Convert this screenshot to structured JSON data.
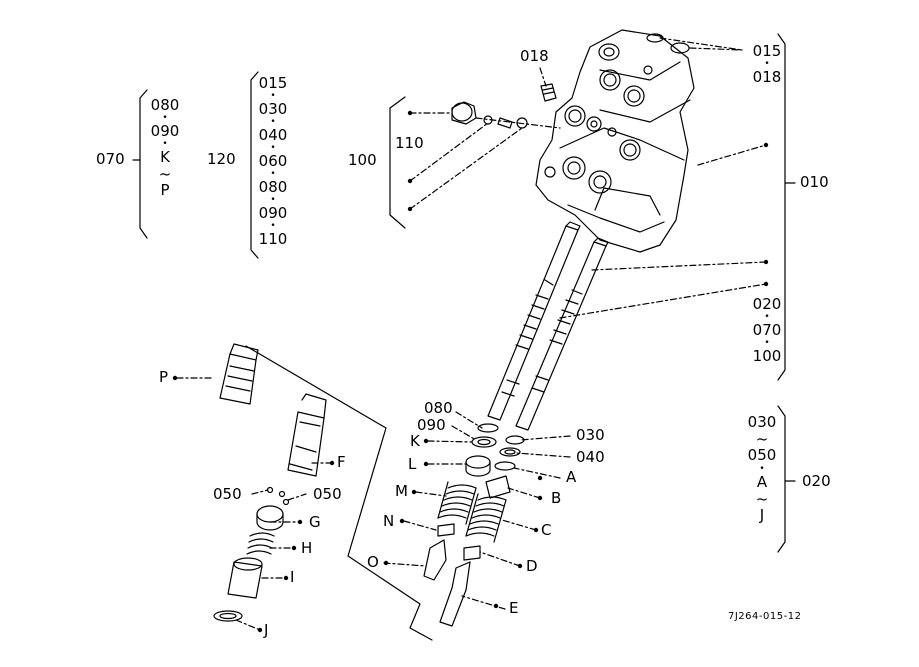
{
  "colors": {
    "ink": "#000000",
    "paper": "#ffffff",
    "shade": "#9a9a9a"
  },
  "groups": {
    "g070": {
      "id": "070",
      "items": [
        "080",
        "•",
        "090",
        "•",
        "K",
        "~",
        "P"
      ]
    },
    "g120": {
      "id": "120",
      "items": [
        "015",
        "•",
        "030",
        "•",
        "040",
        "•",
        "060",
        "•",
        "080",
        "•",
        "090",
        "•",
        "110"
      ]
    },
    "g100": {
      "id": "100",
      "sub": "110"
    },
    "g010": {
      "id": "010",
      "items_top": [
        "015",
        "•",
        "018"
      ],
      "items_bottom": [
        "020",
        "•",
        "070",
        "•",
        "100"
      ]
    },
    "g020": {
      "id": "020",
      "items": [
        "030",
        "~",
        "050",
        "•",
        "A",
        "~",
        "J"
      ]
    }
  },
  "callouts": {
    "c018": "018",
    "c080": "080",
    "c090": "090",
    "c030": "030",
    "c040": "040",
    "cK": "K",
    "cL": "L",
    "cM": "M",
    "cN": "N",
    "cO": "O",
    "cA": "A",
    "cB": "B",
    "cC": "C",
    "cD": "D",
    "cE": "E",
    "cP": "P",
    "cF": "F",
    "cG": "G",
    "cH": "H",
    "cI": "I",
    "cJ": "J",
    "c050a": "050",
    "c050b": "050"
  },
  "figure_ref": "7J264-015-12"
}
